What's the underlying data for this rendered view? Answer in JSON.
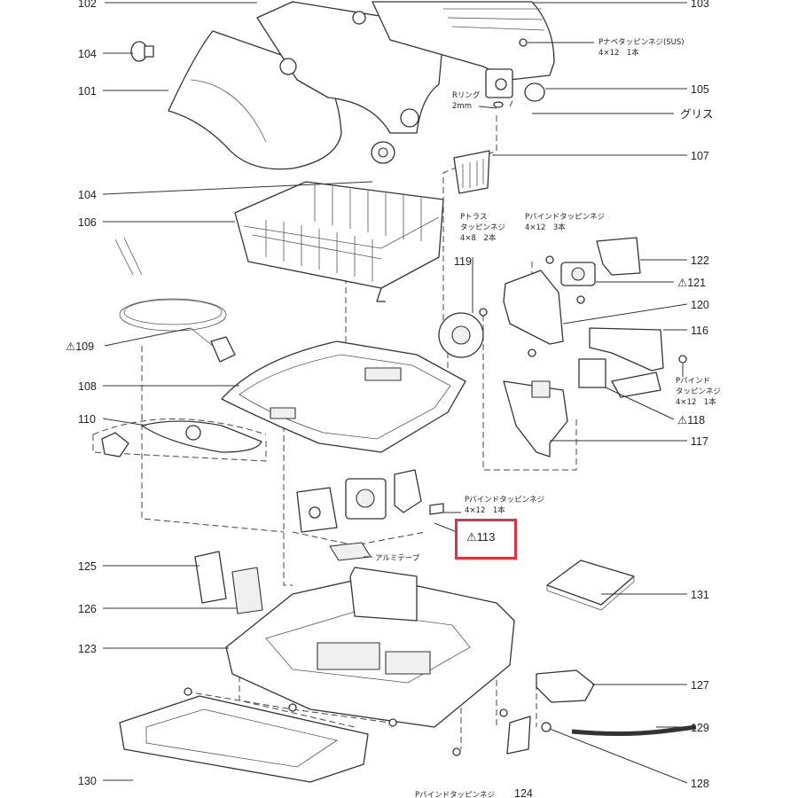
{
  "parts": {
    "p101": "101",
    "p102": "102",
    "p103": "103",
    "p104a": "104",
    "p104b": "104",
    "p105": "105",
    "p106": "106",
    "p107": "107",
    "p108": "108",
    "p109": "⚠109",
    "p110": "110",
    "p113": "⚠113",
    "p116": "116",
    "p117": "117",
    "p118": "⚠118",
    "p119": "119",
    "p120": "120",
    "p121": "⚠121",
    "p122": "122",
    "p123": "123",
    "p124": "124",
    "p125": "125",
    "p126": "126",
    "p127": "127",
    "p128": "128",
    "p129": "129",
    "p130": "130",
    "p131": "131"
  },
  "notes": {
    "screw_sus_1": "Pナベタッピンネジ(SUS)",
    "screw_sus_2": "4×12　1本",
    "rring_1": "Rリング",
    "rring_2": "2mm",
    "grease": "グリス",
    "truss_1": "Pトラス",
    "truss_2": "タッピンネジ",
    "truss_3": "4×8　2本",
    "bind3_1": "Pバインドタッピンネジ",
    "bind3_2": "4×12　3本",
    "bind1_1": "Pバインド",
    "bind1_2": "タッピンネジ",
    "bind1_3": "4×12　1本",
    "bind113_1": "Pバインドタッピンネジ",
    "bind113_2": "4×12　1本",
    "alu_tape": "アルミテープ",
    "bind_bottom": "Pバインドタッピンネジ"
  },
  "highlight": {
    "color": "#e0333d",
    "target": "⚠113"
  }
}
